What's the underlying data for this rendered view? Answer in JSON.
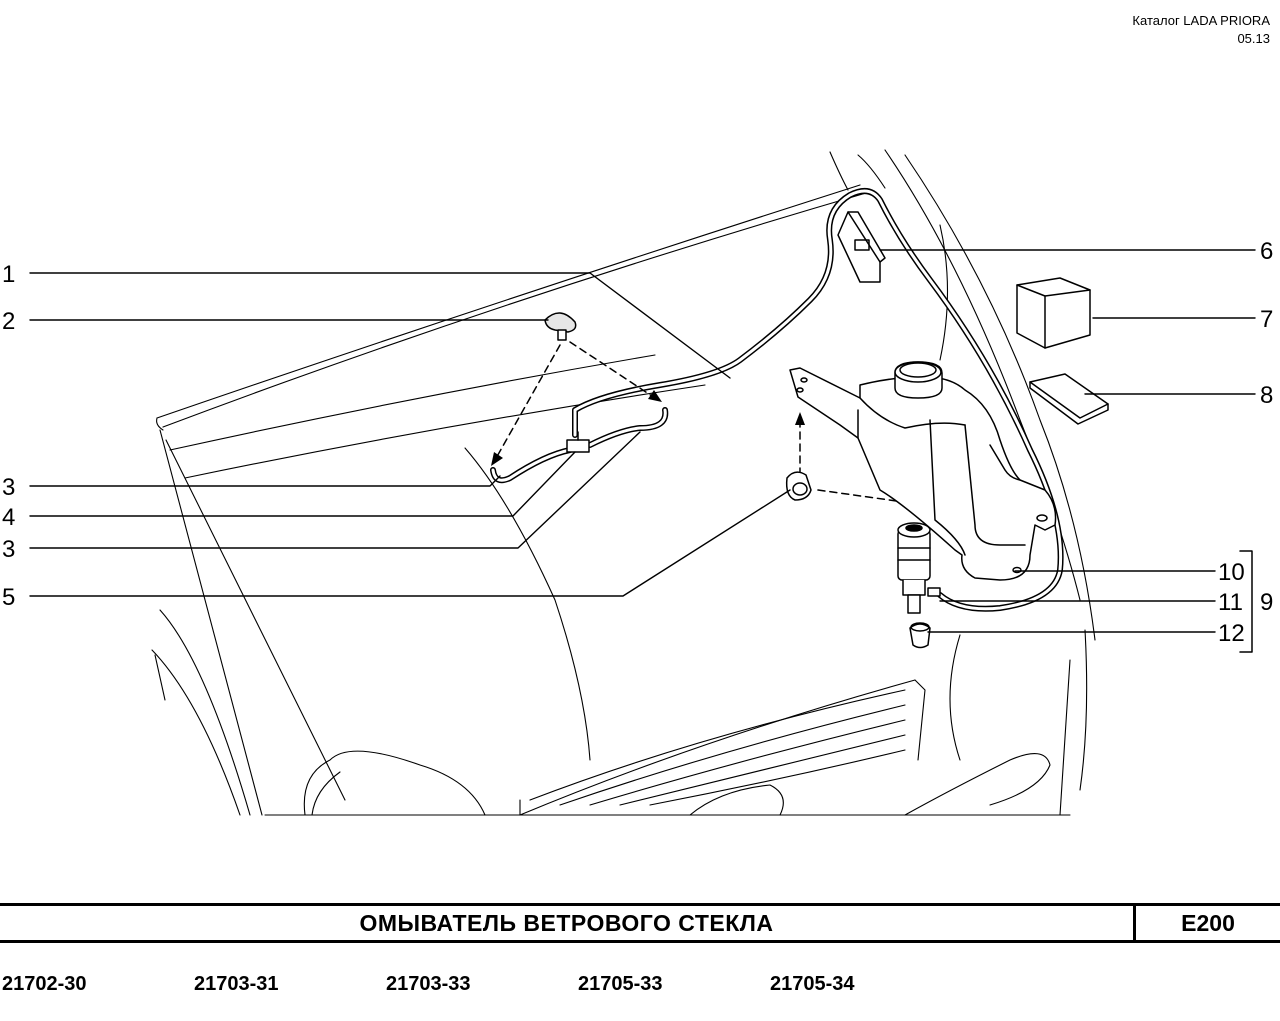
{
  "header": {
    "catalog": "Каталог  LADA  PRIORA",
    "date": "05.13"
  },
  "callouts": [
    "1",
    "2",
    "3",
    "4",
    "3",
    "5",
    "6",
    "7",
    "8",
    "10",
    "11",
    "12",
    "9"
  ],
  "title": "ОМЫВАТЕЛЬ   ВЕТРОВОГО   СТЕКЛА",
  "code": "E200",
  "models": [
    "21702-30",
    "21703-31",
    "21703-33",
    "21705-33",
    "21705-34"
  ]
}
